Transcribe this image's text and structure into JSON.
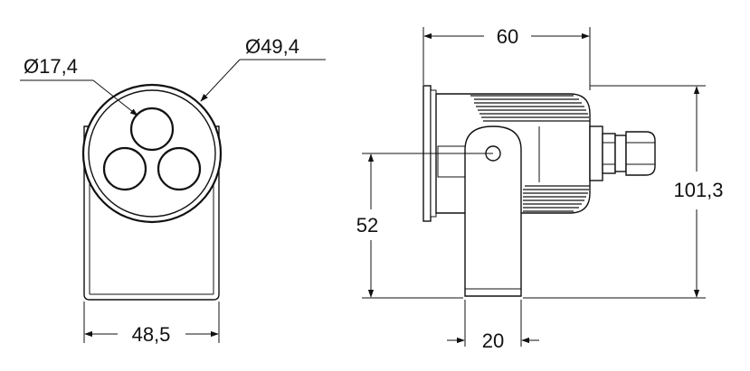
{
  "dimensions": {
    "small_diameter": "Ø17,4",
    "outer_diameter": "Ø49,4",
    "front_width": "48,5",
    "side_length": "60",
    "total_height": "101,3",
    "pivot_height": "52",
    "bracket_width": "20"
  }
}
